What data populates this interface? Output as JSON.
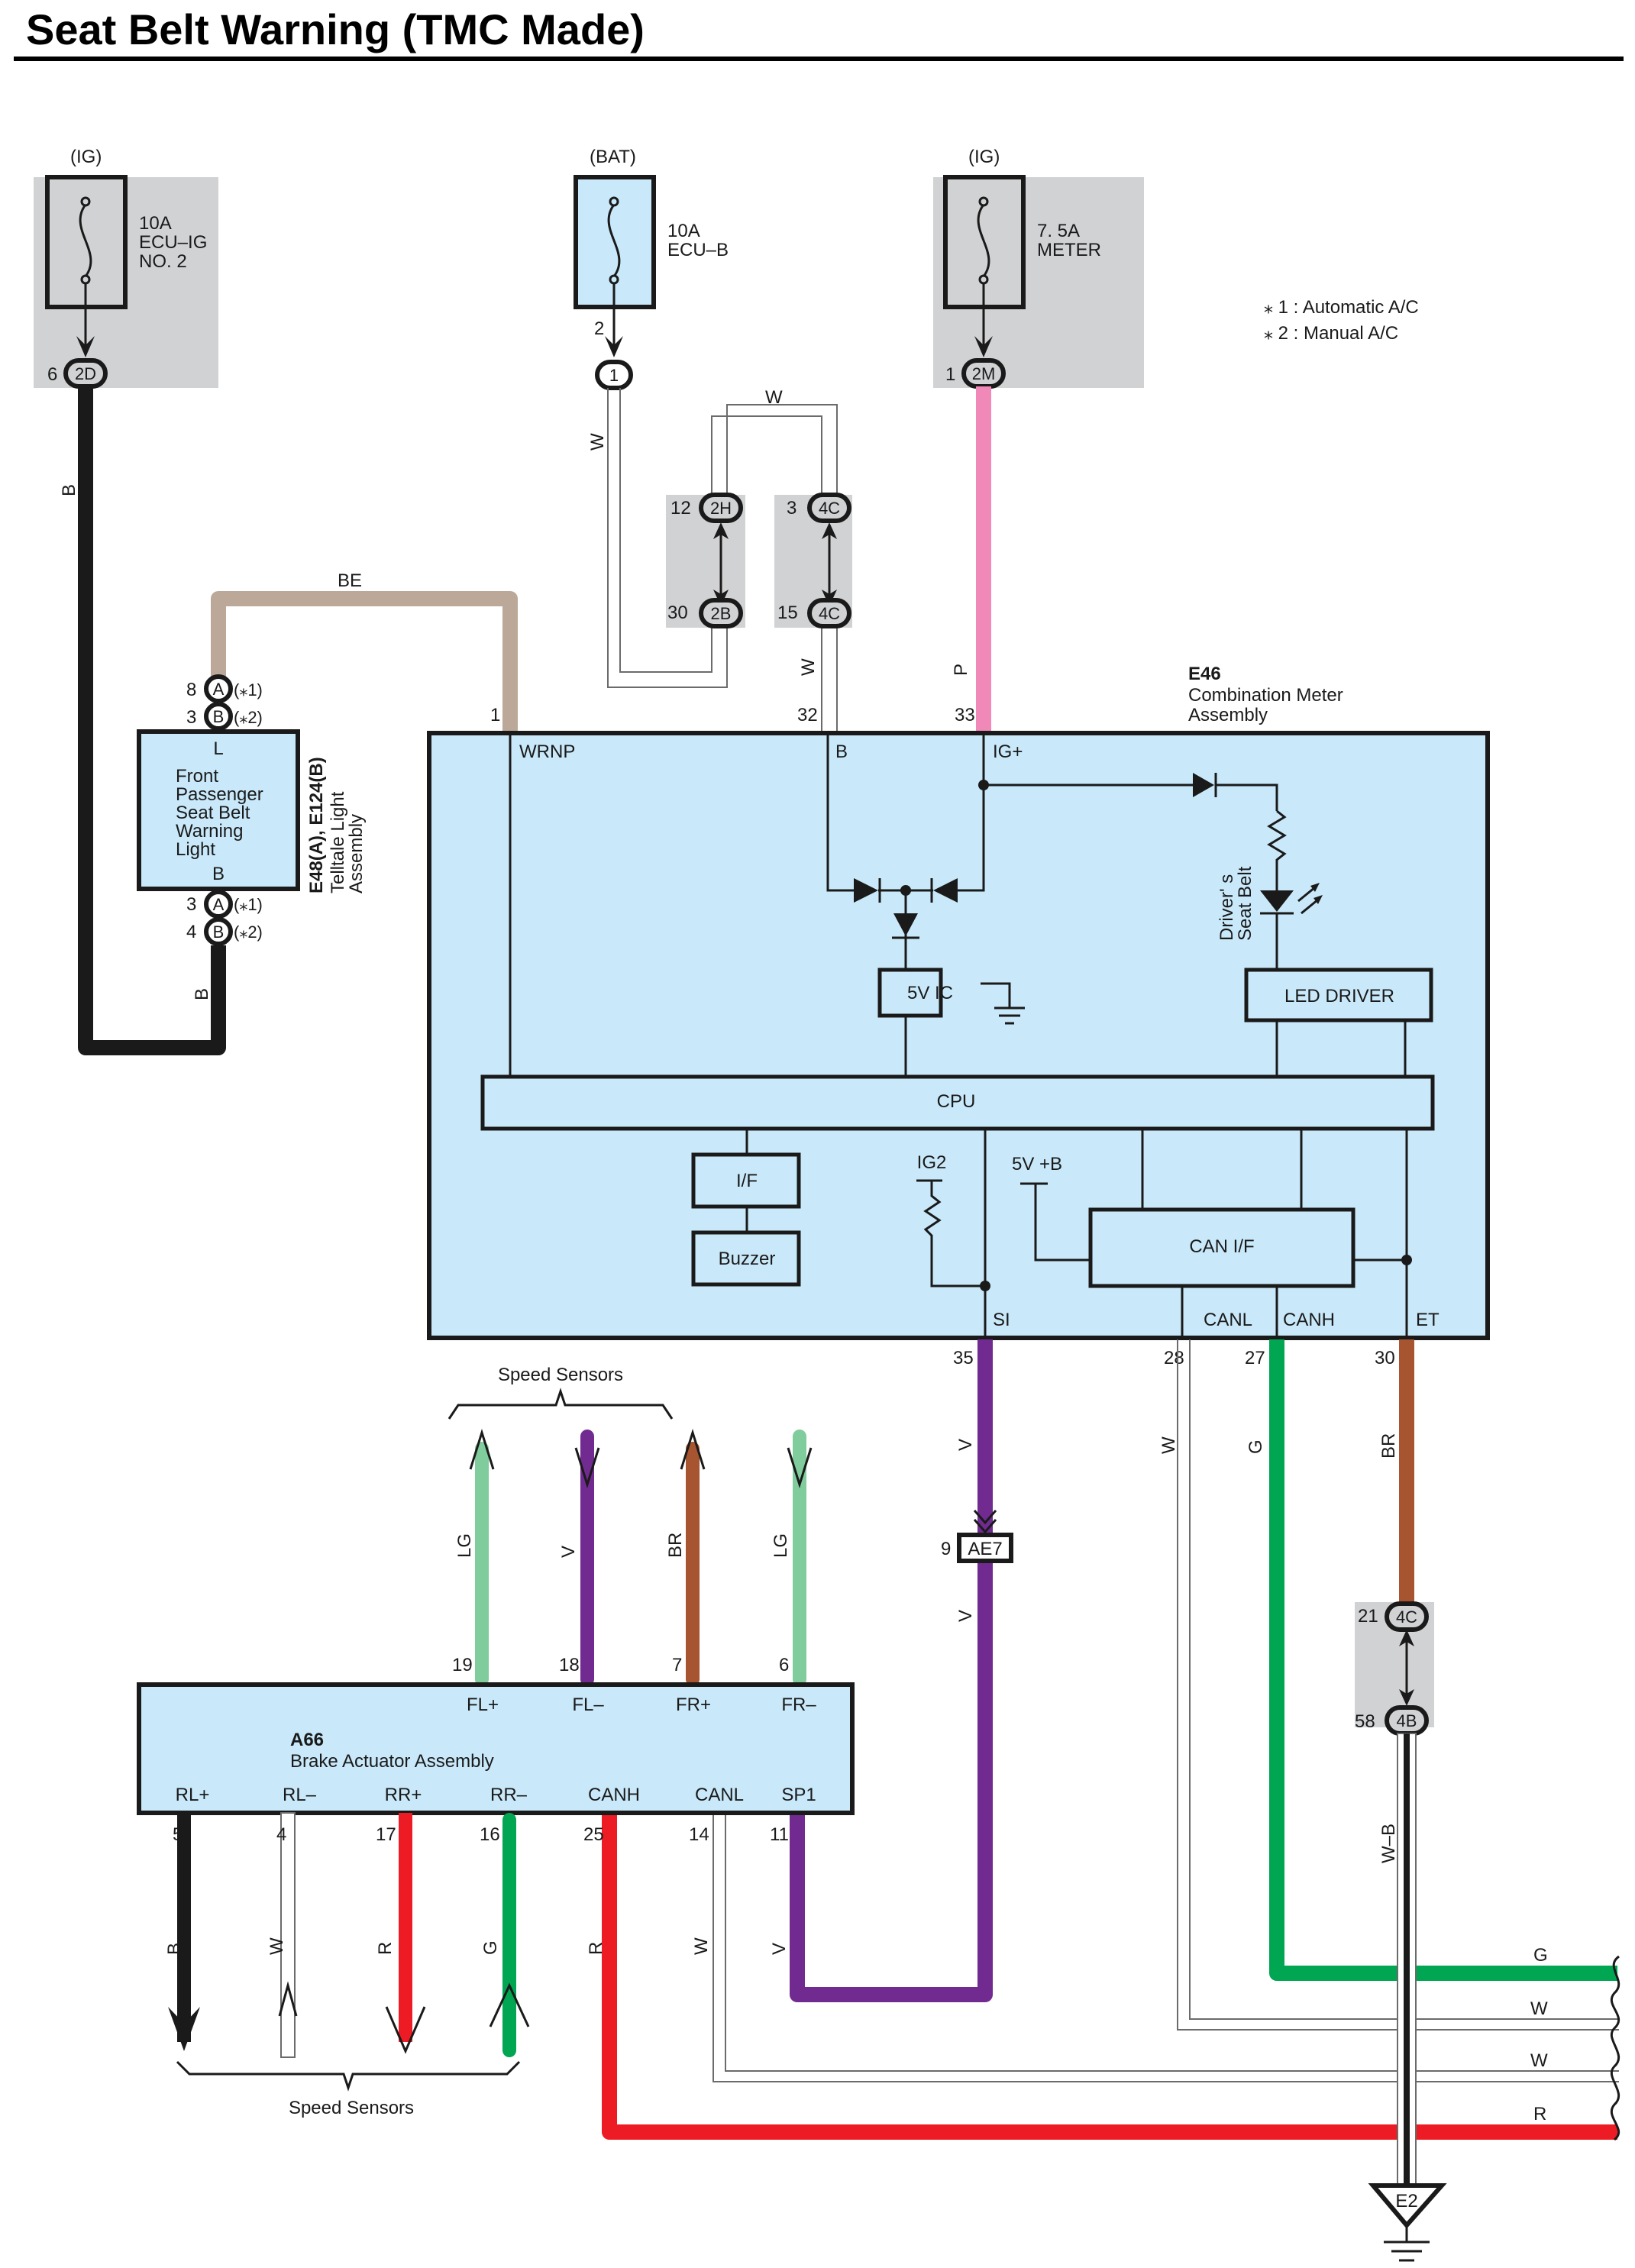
{
  "title": "Seat Belt Warning (TMC Made)",
  "notes": [
    "⁎ 1 : Automatic A/C",
    "⁎ 2 : Manual A/C"
  ],
  "colors": {
    "B": "#1a1a1a",
    "W": "#ffffff",
    "BE": "#bba898",
    "P": "#f088b8",
    "V": "#712b90",
    "LG": "#80cc9c",
    "BR": "#a65530",
    "G": "#00a651",
    "R": "#ed1c24",
    "component_fill": "#c9e9fa",
    "fuse_box_gray": "#d1d2d4"
  },
  "fuses": [
    {
      "supply": "(IG)",
      "rating": "10A",
      "name_lines": [
        "ECU–IG",
        "NO. 2"
      ],
      "pin": "6",
      "connector": "2D"
    },
    {
      "supply": "(BAT)",
      "rating": "10A",
      "name_lines": [
        "ECU–B"
      ],
      "pin": "2",
      "connector": "1"
    },
    {
      "supply": "(IG)",
      "rating": "7. 5A",
      "name_lines": [
        "METER"
      ],
      "pin": "1",
      "connector": "2M"
    }
  ],
  "junctions": [
    {
      "top_pin": "12",
      "top_conn": "2H",
      "bottom_pin": "30",
      "bottom_conn": "2B"
    },
    {
      "top_pin": "3",
      "top_conn": "4C",
      "bottom_pin": "15",
      "bottom_conn": "4C"
    },
    {
      "top_pin": "21",
      "top_conn": "4C",
      "bottom_pin": "58",
      "bottom_conn": "4B"
    }
  ],
  "telltale": {
    "id": "E48(A), E124(B)",
    "name_lines": [
      "Telltale Light",
      "Assembly"
    ],
    "body_lines": [
      "Front",
      "Passenger",
      "Seat Belt",
      "Warning",
      "Light"
    ],
    "top_terminal": "L",
    "bottom_terminal": "B",
    "top_pins": [
      {
        "pin": "8",
        "conn": "A",
        "note": "(⁎1)"
      },
      {
        "pin": "3",
        "conn": "B",
        "note": "(⁎2)"
      }
    ],
    "bottom_pins": [
      {
        "pin": "3",
        "conn": "A",
        "note": "(⁎1)"
      },
      {
        "pin": "4",
        "conn": "B",
        "note": "(⁎2)"
      }
    ]
  },
  "meter": {
    "id": "E46",
    "name_lines": [
      "Combination Meter",
      "Assembly"
    ],
    "top_terminals": [
      {
        "pin": "1",
        "name": "WRNP"
      },
      {
        "pin": "32",
        "name": "B"
      },
      {
        "pin": "33",
        "name": "IG+"
      }
    ],
    "bottom_terminals": [
      {
        "pin": "35",
        "name": "SI"
      },
      {
        "pin": "28",
        "name": "CANL"
      },
      {
        "pin": "27",
        "name": "CANH"
      },
      {
        "pin": "30",
        "name": "ET"
      }
    ],
    "blocks": {
      "ic": "5V IC",
      "led_driver": "LED DRIVER",
      "cpu": "CPU",
      "if": "I/F",
      "buzzer": "Buzzer",
      "can_if": "CAN I/F"
    },
    "led_label_lines": [
      "Driver' s",
      "Seat Belt"
    ],
    "ig2": "IG2",
    "supply_5v": "5V +B"
  },
  "brake": {
    "id": "A66",
    "name": "Brake Actuator Assembly",
    "top_terminals": [
      {
        "pin": "19",
        "name": "FL+",
        "wire": "LG"
      },
      {
        "pin": "18",
        "name": "FL–",
        "wire": "V"
      },
      {
        "pin": "7",
        "name": "FR+",
        "wire": "BR"
      },
      {
        "pin": "6",
        "name": "FR–",
        "wire": "LG"
      }
    ],
    "bottom_terminals": [
      {
        "pin": "5",
        "name": "RL+",
        "wire": "B"
      },
      {
        "pin": "4",
        "name": "RL–",
        "wire": "W"
      },
      {
        "pin": "17",
        "name": "RR+",
        "wire": "R"
      },
      {
        "pin": "16",
        "name": "RR–",
        "wire": "G"
      },
      {
        "pin": "25",
        "name": "CANH",
        "wire": "R"
      },
      {
        "pin": "14",
        "name": "CANL",
        "wire": "W"
      },
      {
        "pin": "11",
        "name": "SP1",
        "wire": "V"
      }
    ]
  },
  "speed_sensors_label": "Speed Sensors",
  "ae7": {
    "pin": "9",
    "conn": "AE7"
  },
  "ground": "E2",
  "wire_labels": {
    "fuse1_out": "B",
    "telltale_out": "B",
    "be_top": "BE",
    "bat_down": "W",
    "loop_top": "W",
    "to_b32": "W",
    "to_ig33": "P",
    "si_v_upper": "V",
    "si_v_lower": "V",
    "canl_w": "W",
    "canh_g": "G",
    "et_br": "BR",
    "ground_wb": "W–B",
    "bus_labels": [
      "G",
      "W",
      "W",
      "R"
    ]
  }
}
